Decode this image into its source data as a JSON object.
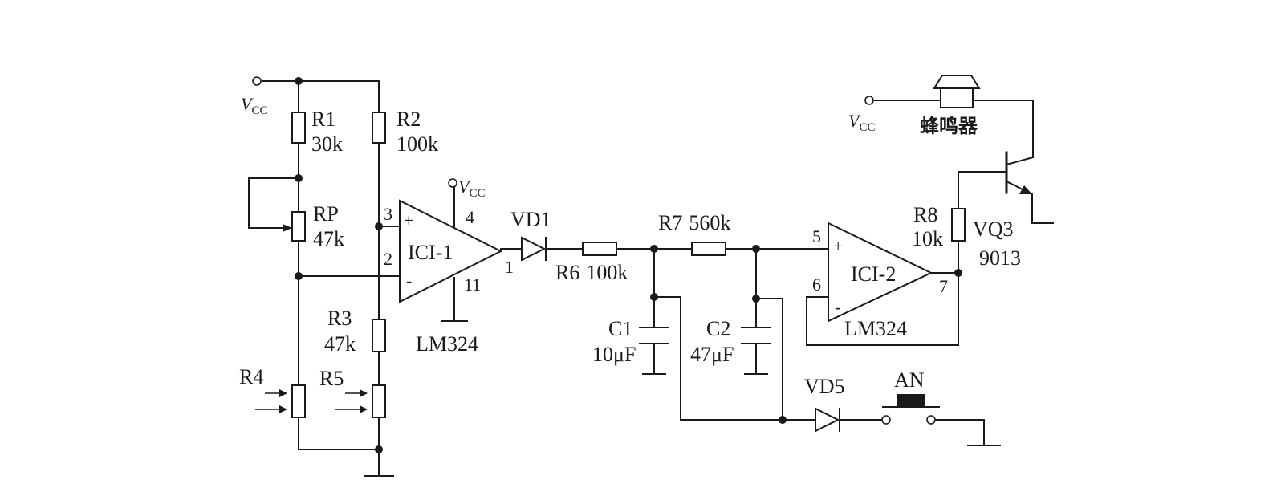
{
  "supply": {
    "symbol": "V",
    "subscript": "CC"
  },
  "components": {
    "r1": {
      "ref": "R1",
      "value": "30k"
    },
    "r2": {
      "ref": "R2",
      "value": "100k"
    },
    "rp": {
      "ref": "RP",
      "value": "47k"
    },
    "r3": {
      "ref": "R3",
      "value": "47k"
    },
    "r4": {
      "ref": "R4"
    },
    "r5": {
      "ref": "R5"
    },
    "r6": {
      "ref": "R6",
      "value": "100k"
    },
    "r7": {
      "ref": "R7",
      "value": "560k"
    },
    "r8": {
      "ref": "R8",
      "value": "10k"
    },
    "c1": {
      "ref": "C1",
      "value": "10μF"
    },
    "c2": {
      "ref": "C2",
      "value": "47μF"
    },
    "vd1": {
      "ref": "VD1"
    },
    "vd5": {
      "ref": "VD5"
    },
    "switch": {
      "ref": "AN"
    },
    "buzzer": {
      "label": "蜂鸣器"
    },
    "transistor": {
      "ref": "VQ3",
      "part": "9013"
    },
    "op1": {
      "ref": "ICI-1",
      "part": "LM324",
      "pin_plus": "3",
      "pin_minus": "2",
      "pin_out": "1",
      "pin_vcc": "4",
      "pin_gnd": "11",
      "plus_sign": "+",
      "minus_sign": "-"
    },
    "op2": {
      "ref": "ICI-2",
      "part": "LM324",
      "pin_plus": "5",
      "pin_minus": "6",
      "pin_out": "7",
      "plus_sign": "+",
      "minus_sign": "-"
    }
  }
}
